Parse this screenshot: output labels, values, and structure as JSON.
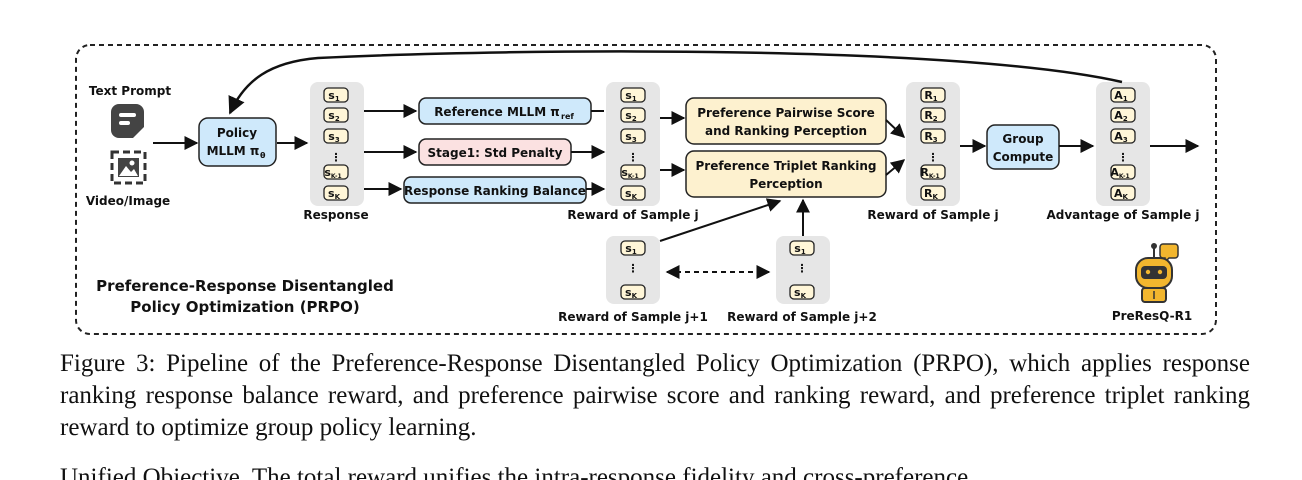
{
  "inputs": {
    "text_prompt": "Text Prompt",
    "video_image": "Video/Image"
  },
  "policy": {
    "line1": "Policy",
    "line2": "MLLM π",
    "sub": "θ"
  },
  "response": {
    "label": "Response",
    "tokens": [
      {
        "main": "s",
        "sub": "1"
      },
      {
        "main": "s",
        "sub": "2"
      },
      {
        "main": "s",
        "sub": "3"
      },
      {
        "main": "⋮",
        "sub": ""
      },
      {
        "main": "s",
        "sub": "K-1"
      },
      {
        "main": "s",
        "sub": "K"
      }
    ]
  },
  "reward_modules": {
    "reference": {
      "main": "Reference MLLM π",
      "sub": "ref"
    },
    "stage1": "Stage1: Std Penalty",
    "balance": "Response Ranking Balance"
  },
  "reward_j": {
    "label": "Reward of Sample j",
    "tokens": [
      {
        "main": "s",
        "sub": "1"
      },
      {
        "main": "s",
        "sub": "2"
      },
      {
        "main": "s",
        "sub": "3"
      },
      {
        "main": "⋮",
        "sub": ""
      },
      {
        "main": "s",
        "sub": "K-1"
      },
      {
        "main": "s",
        "sub": "K"
      }
    ]
  },
  "preference": {
    "pairwise_line1": "Preference Pairwise Score",
    "pairwise_line2": "and Ranking Perception",
    "triplet_line1": "Preference Triplet Ranking",
    "triplet_line2": "Perception"
  },
  "reward_r": {
    "label": "Reward of Sample j",
    "tokens": [
      {
        "main": "R",
        "sub": "1"
      },
      {
        "main": "R",
        "sub": "2"
      },
      {
        "main": "R",
        "sub": "3"
      },
      {
        "main": "⋮",
        "sub": ""
      },
      {
        "main": "R",
        "sub": "K-1"
      },
      {
        "main": "R",
        "sub": "K"
      }
    ]
  },
  "group": {
    "line1": "Group",
    "line2": "Compute"
  },
  "advantage": {
    "label": "Advantage of Sample j",
    "tokens": [
      {
        "main": "A",
        "sub": "1"
      },
      {
        "main": "A",
        "sub": "2"
      },
      {
        "main": "A",
        "sub": "3"
      },
      {
        "main": "⋮",
        "sub": ""
      },
      {
        "main": "A",
        "sub": "K-1"
      },
      {
        "main": "A",
        "sub": "K"
      }
    ]
  },
  "sample_j1": {
    "label": "Reward of Sample j+1",
    "tokens": [
      {
        "main": "s",
        "sub": "1"
      },
      {
        "main": "⋮",
        "sub": ""
      },
      {
        "main": "s",
        "sub": "K"
      }
    ]
  },
  "sample_j2": {
    "label": "Reward of Sample j+2",
    "tokens": [
      {
        "main": "s",
        "sub": "1"
      },
      {
        "main": "⋮",
        "sub": ""
      },
      {
        "main": "s",
        "sub": "K"
      }
    ]
  },
  "title": {
    "line1": "Preference-Response Disentangled",
    "line2": "Policy Optimization (PRPO)"
  },
  "mascot_label": "PreResQ-R1",
  "caption": "Figure 3: Pipeline of the Preference-Response Disentangled Policy Optimization (PRPO), which applies response ranking response balance reward, and preference pairwise score and ranking reward, and preference triplet ranking reward to optimize group policy learning.",
  "next_para": "Unified Objective. The total reward unifies the intra-response fidelity and cross-preference",
  "colors": {
    "blue_fill": "#cfe9fb",
    "pink_fill": "#fbe1e1",
    "yellow_fill": "#fdf1cf",
    "gray_fill": "#e6e6e6",
    "token_fill": "#fff6d8",
    "stroke": "#222222",
    "mascot": "#f2b62e"
  }
}
